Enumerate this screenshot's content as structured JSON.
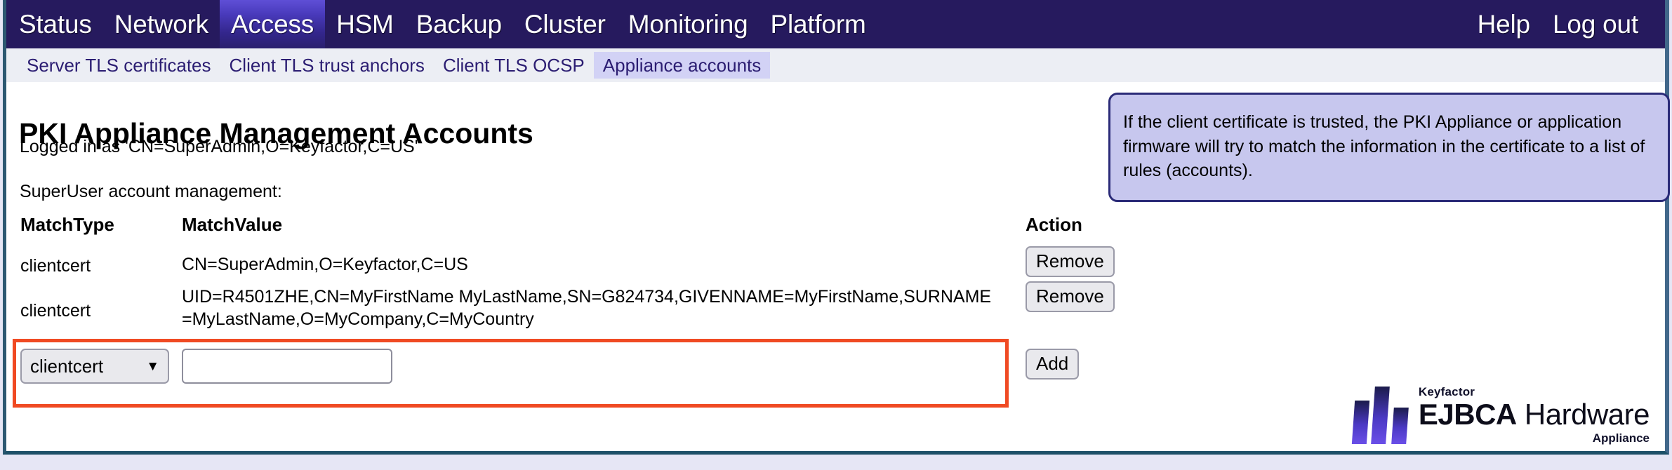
{
  "colors": {
    "navbar_bg": "#261a5e",
    "nav_active_top": "#5f4fd6",
    "subnav_bg": "#eceef4",
    "subnav_active_bg": "#d2d2f5",
    "link": "#2b1d72",
    "infobox_bg": "#c7c7ee",
    "infobox_border": "#2b2b78",
    "annotation": "#f04a23",
    "frame_border": "#2c5871"
  },
  "topnav": {
    "items": [
      {
        "label": "Status",
        "active": false
      },
      {
        "label": "Network",
        "active": false
      },
      {
        "label": "Access",
        "active": true
      },
      {
        "label": "HSM",
        "active": false
      },
      {
        "label": "Backup",
        "active": false
      },
      {
        "label": "Cluster",
        "active": false
      },
      {
        "label": "Monitoring",
        "active": false
      },
      {
        "label": "Platform",
        "active": false
      }
    ],
    "right_items": [
      {
        "label": "Help"
      },
      {
        "label": "Log out"
      }
    ]
  },
  "subnav": {
    "items": [
      {
        "label": "Server TLS certificates",
        "active": false
      },
      {
        "label": "Client TLS trust anchors",
        "active": false
      },
      {
        "label": "Client TLS OCSP",
        "active": false
      },
      {
        "label": "Appliance accounts",
        "active": true
      }
    ]
  },
  "main": {
    "page_title": "PKI Appliance Management Accounts",
    "logged_in": "Logged in as 'CN=SuperAdmin,O=Keyfactor,C=US'",
    "section_label": "SuperUser account management:",
    "info_text": "If the client certificate is trusted, the PKI Appliance or application firmware will try to match the information in the certificate to a list of rules (accounts)."
  },
  "table": {
    "headers": {
      "match_type": "MatchType",
      "match_value": "MatchValue",
      "action": "Action"
    },
    "rows": [
      {
        "match_type": "clientcert",
        "match_value": "CN=SuperAdmin,O=Keyfactor,C=US",
        "action_label": "Remove",
        "highlighted": false
      },
      {
        "match_type": "clientcert",
        "match_value": "UID=R4501ZHE,CN=MyFirstName MyLastName,SN=G824734,GIVENNAME=MyFirstName,SURNAME=MyLastName,O=MyCompany,C=MyCountry",
        "action_label": "Remove",
        "highlighted": true
      }
    ]
  },
  "add_form": {
    "select_value": "clientcert",
    "select_options": [
      "clientcert"
    ],
    "caret_icon": "chevron-down-icon",
    "input_value": "",
    "input_placeholder": "",
    "add_label": "Add"
  },
  "logo": {
    "brand": "Keyfactor",
    "product_bold": "EJBCA",
    "product_thin": "Hardware",
    "suffix": "Appliance"
  }
}
